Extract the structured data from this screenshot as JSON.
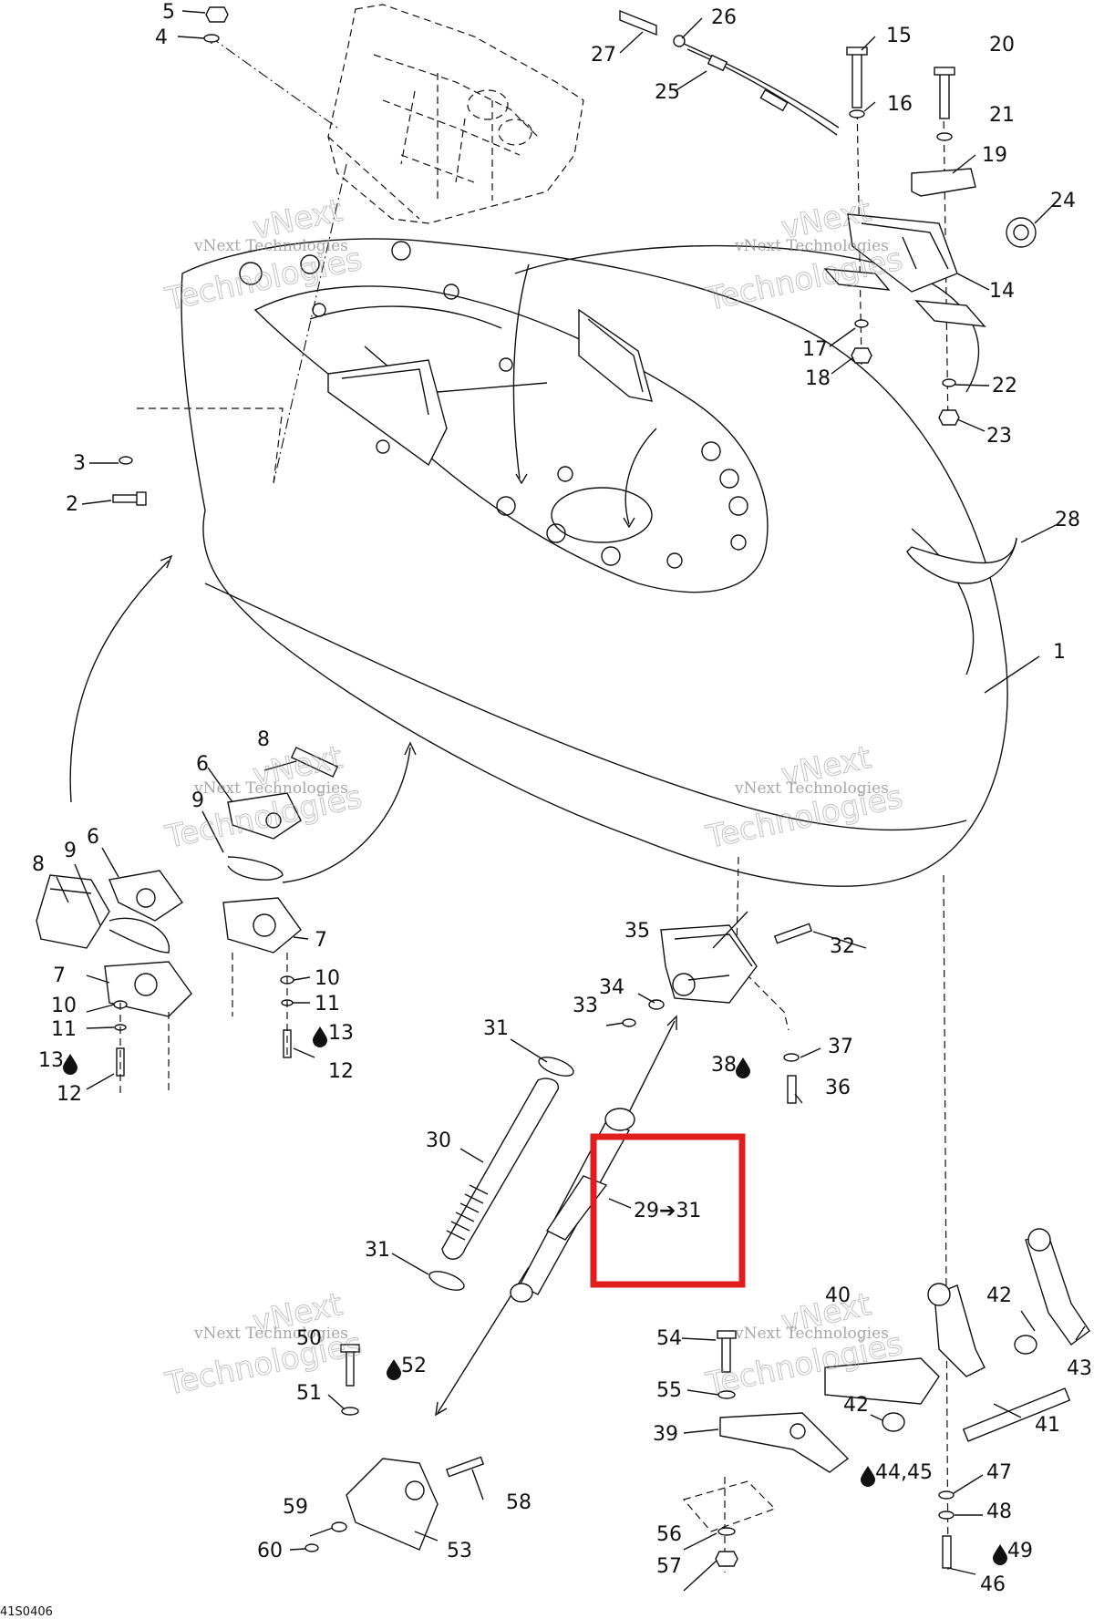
{
  "diagram": {
    "reference_code": "41S0406",
    "watermark": {
      "line1": "vNext",
      "line2": "vNext Technologies",
      "line3": "Technologies"
    },
    "highlight_color": "#e01e1e",
    "highlight_label": {
      "from": "29",
      "arrow": "➔",
      "to": "31"
    },
    "callouts": [
      {
        "id": "c1",
        "label": "1"
      },
      {
        "id": "c2",
        "label": "2"
      },
      {
        "id": "c3",
        "label": "3"
      },
      {
        "id": "c4",
        "label": "4"
      },
      {
        "id": "c5",
        "label": "5"
      },
      {
        "id": "c6a",
        "label": "6"
      },
      {
        "id": "c6b",
        "label": "6"
      },
      {
        "id": "c7a",
        "label": "7"
      },
      {
        "id": "c7b",
        "label": "7"
      },
      {
        "id": "c8a",
        "label": "8"
      },
      {
        "id": "c8b",
        "label": "8"
      },
      {
        "id": "c9a",
        "label": "9"
      },
      {
        "id": "c9b",
        "label": "9"
      },
      {
        "id": "c10a",
        "label": "10"
      },
      {
        "id": "c10b",
        "label": "10"
      },
      {
        "id": "c11a",
        "label": "11"
      },
      {
        "id": "c11b",
        "label": "11"
      },
      {
        "id": "c12a",
        "label": "12"
      },
      {
        "id": "c12b",
        "label": "12"
      },
      {
        "id": "c13a",
        "label": "13"
      },
      {
        "id": "c13b",
        "label": "13"
      },
      {
        "id": "c14",
        "label": "14"
      },
      {
        "id": "c15",
        "label": "15"
      },
      {
        "id": "c16",
        "label": "16"
      },
      {
        "id": "c17",
        "label": "17"
      },
      {
        "id": "c18",
        "label": "18"
      },
      {
        "id": "c19",
        "label": "19"
      },
      {
        "id": "c20",
        "label": "20"
      },
      {
        "id": "c21",
        "label": "21"
      },
      {
        "id": "c22",
        "label": "22"
      },
      {
        "id": "c23",
        "label": "23"
      },
      {
        "id": "c24",
        "label": "24"
      },
      {
        "id": "c25",
        "label": "25"
      },
      {
        "id": "c26",
        "label": "26"
      },
      {
        "id": "c27",
        "label": "27"
      },
      {
        "id": "c28",
        "label": "28"
      },
      {
        "id": "c30",
        "label": "30"
      },
      {
        "id": "c31a",
        "label": "31"
      },
      {
        "id": "c31b",
        "label": "31"
      },
      {
        "id": "c32",
        "label": "32"
      },
      {
        "id": "c33",
        "label": "33"
      },
      {
        "id": "c34",
        "label": "34"
      },
      {
        "id": "c35",
        "label": "35"
      },
      {
        "id": "c36",
        "label": "36"
      },
      {
        "id": "c37",
        "label": "37"
      },
      {
        "id": "c38",
        "label": "38"
      },
      {
        "id": "c39",
        "label": "39"
      },
      {
        "id": "c40",
        "label": "40"
      },
      {
        "id": "c41",
        "label": "41"
      },
      {
        "id": "c42a",
        "label": "42"
      },
      {
        "id": "c42b",
        "label": "42"
      },
      {
        "id": "c43",
        "label": "43"
      },
      {
        "id": "c4445",
        "label": "44,45"
      },
      {
        "id": "c46",
        "label": "46"
      },
      {
        "id": "c47",
        "label": "47"
      },
      {
        "id": "c48",
        "label": "48"
      },
      {
        "id": "c49",
        "label": "49"
      },
      {
        "id": "c50",
        "label": "50"
      },
      {
        "id": "c51",
        "label": "51"
      },
      {
        "id": "c52",
        "label": "52"
      },
      {
        "id": "c53",
        "label": "53"
      },
      {
        "id": "c54",
        "label": "54"
      },
      {
        "id": "c55",
        "label": "55"
      },
      {
        "id": "c56",
        "label": "56"
      },
      {
        "id": "c57",
        "label": "57"
      },
      {
        "id": "c58",
        "label": "58"
      },
      {
        "id": "c59",
        "label": "59"
      },
      {
        "id": "c60",
        "label": "60"
      }
    ]
  }
}
